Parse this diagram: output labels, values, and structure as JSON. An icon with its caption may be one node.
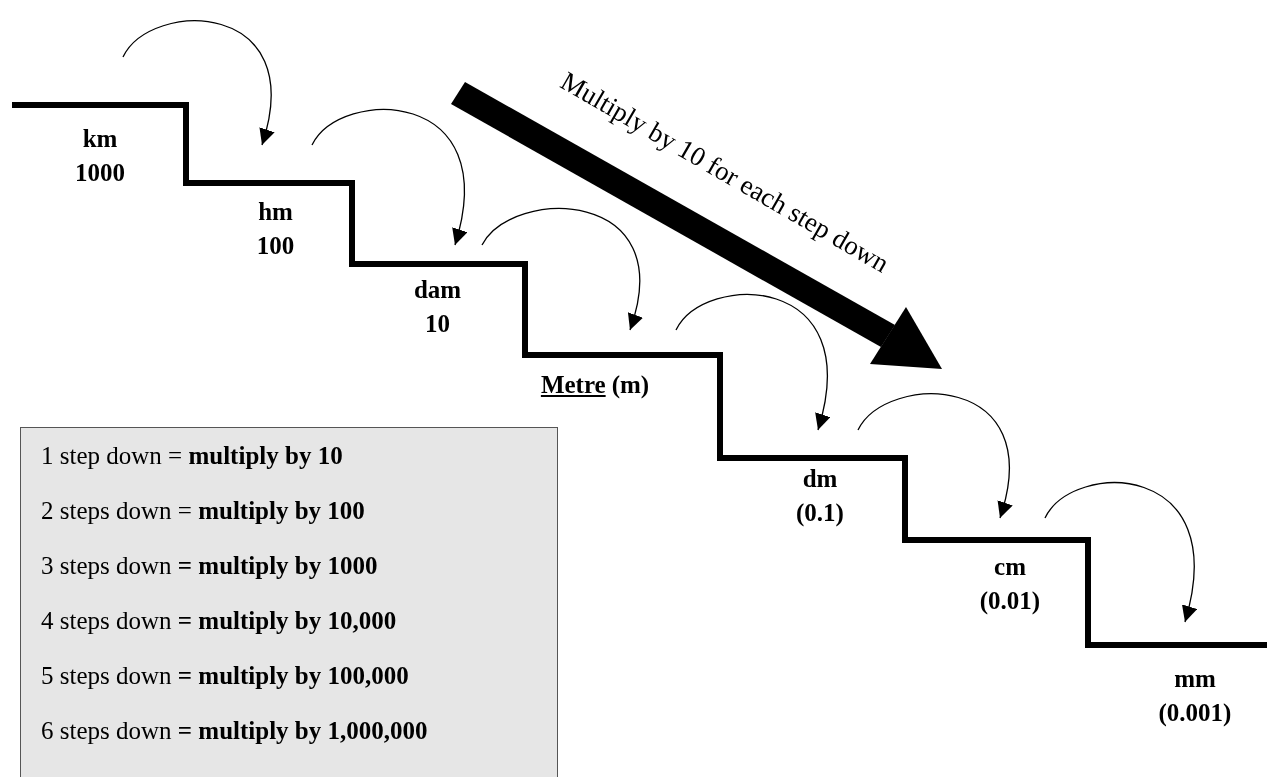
{
  "diagram": {
    "nodes": [
      {
        "text": [
          "km",
          "1000"
        ]
      },
      {
        "text": [
          "hm",
          "100"
        ]
      },
      {
        "text": [
          "dam",
          "10"
        ]
      },
      {
        "text": [
          "Metre",
          "(m)"
        ]
      },
      {
        "text": [
          "dm",
          "(0.1)"
        ]
      },
      {
        "text": [
          "cm",
          "(0.01)"
        ]
      },
      {
        "text": [
          "mm",
          "(0.001)"
        ]
      },
      {
        "text": [
          "1 step down = **multiply by 10**",
          "2 steps down = **multiply by 100**",
          "3 steps down **= multiply by 1000**",
          "4 steps down **= multiply by 10,000**",
          "5 steps down **= multiply by 100,000**",
          "6 steps down **= multiply by 1,000,000**"
        ]
      }
    ],
    "edges": [
      {
        "from": 0,
        "to": 1,
        "arrow": "to"
      },
      {
        "from": 1,
        "to": 2,
        "arrow": "to"
      },
      {
        "from": 2,
        "to": 3,
        "arrow": "to"
      },
      {
        "from": 3,
        "to": 4,
        "arrow": "to"
      },
      {
        "from": 4,
        "to": 5,
        "arrow": "to"
      },
      {
        "from": 5,
        "to": 6,
        "arrow": "to"
      }
    ],
    "labels": [
      "Multiply by 10 for each step down"
    ]
  }
}
